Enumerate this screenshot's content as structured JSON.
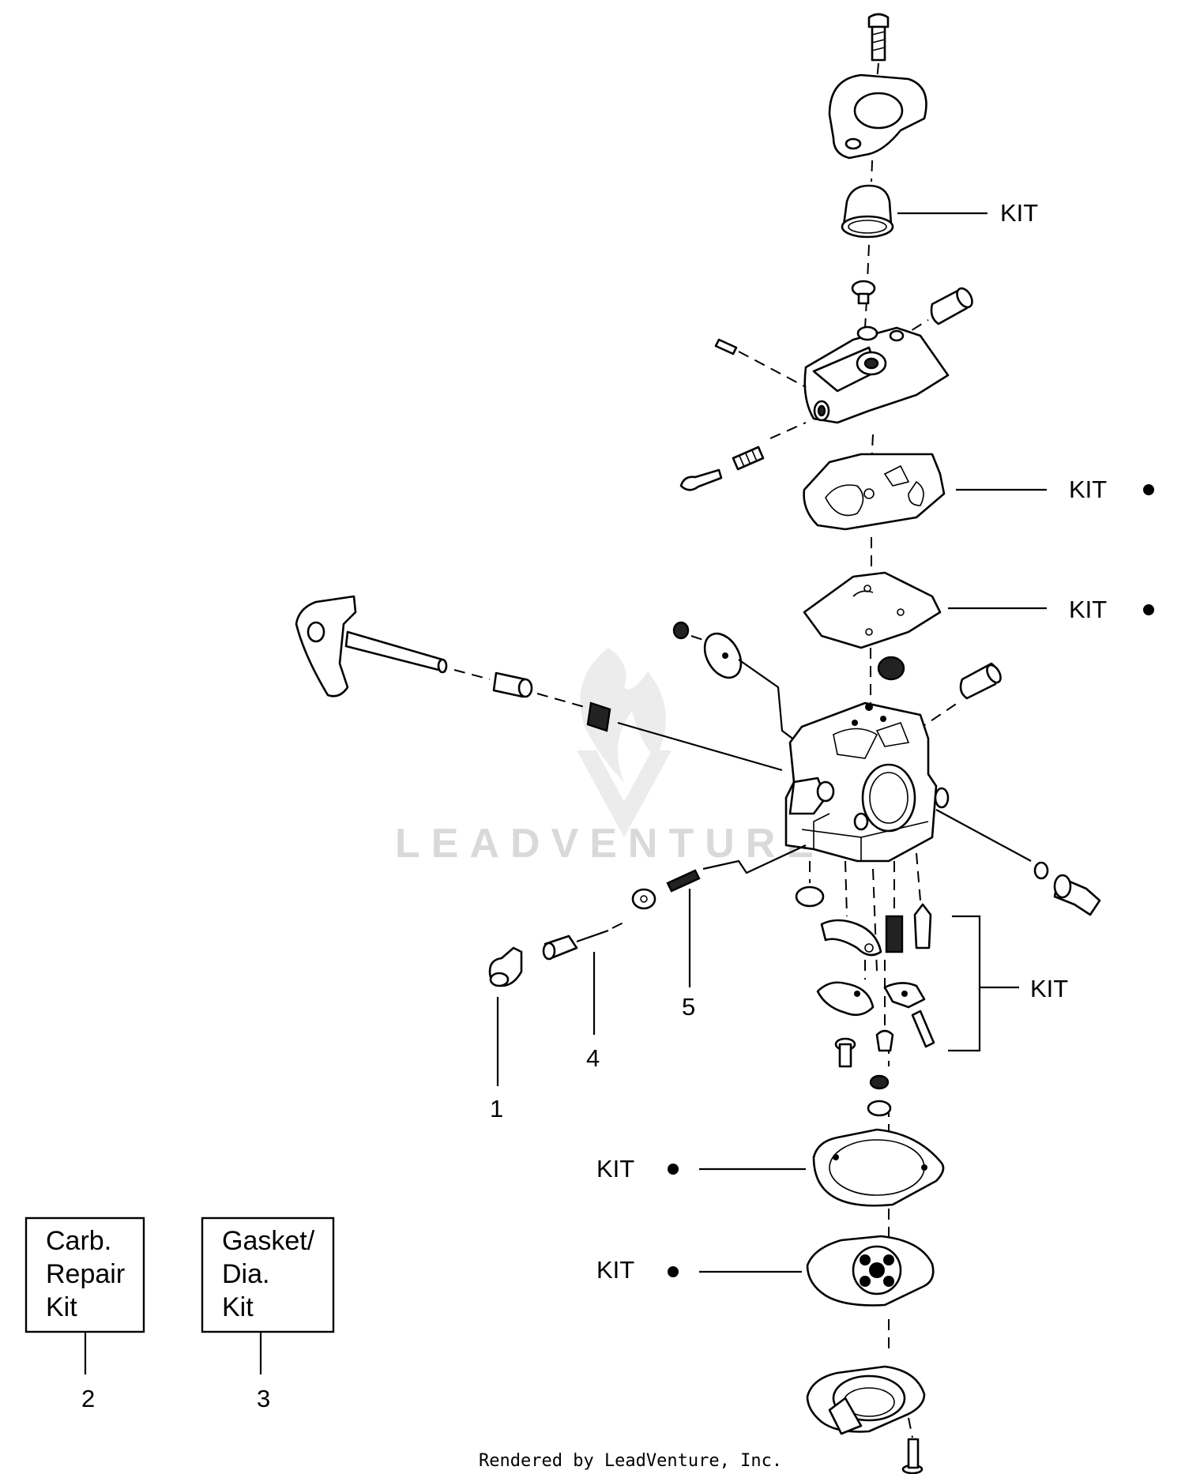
{
  "watermark": "LEADVENTURE",
  "credit": "Rendered by LeadVenture, Inc.",
  "callouts": {
    "kit_primer": "KIT",
    "kit_pump_gasket": "KIT",
    "kit_pump_diaphragm": "KIT",
    "kit_needle_group": "KIT",
    "kit_metering_gasket": "KIT",
    "kit_metering_diaphragm": "KIT",
    "ref_1": "1",
    "ref_4": "4",
    "ref_5": "5",
    "ref_2": "2",
    "ref_3": "3"
  },
  "boxes": {
    "carb_repair_kit": [
      "Carb.",
      "Repair",
      "Kit"
    ],
    "gasket_dia_kit": [
      "Gasket/",
      "Dia.",
      "Kit"
    ]
  }
}
